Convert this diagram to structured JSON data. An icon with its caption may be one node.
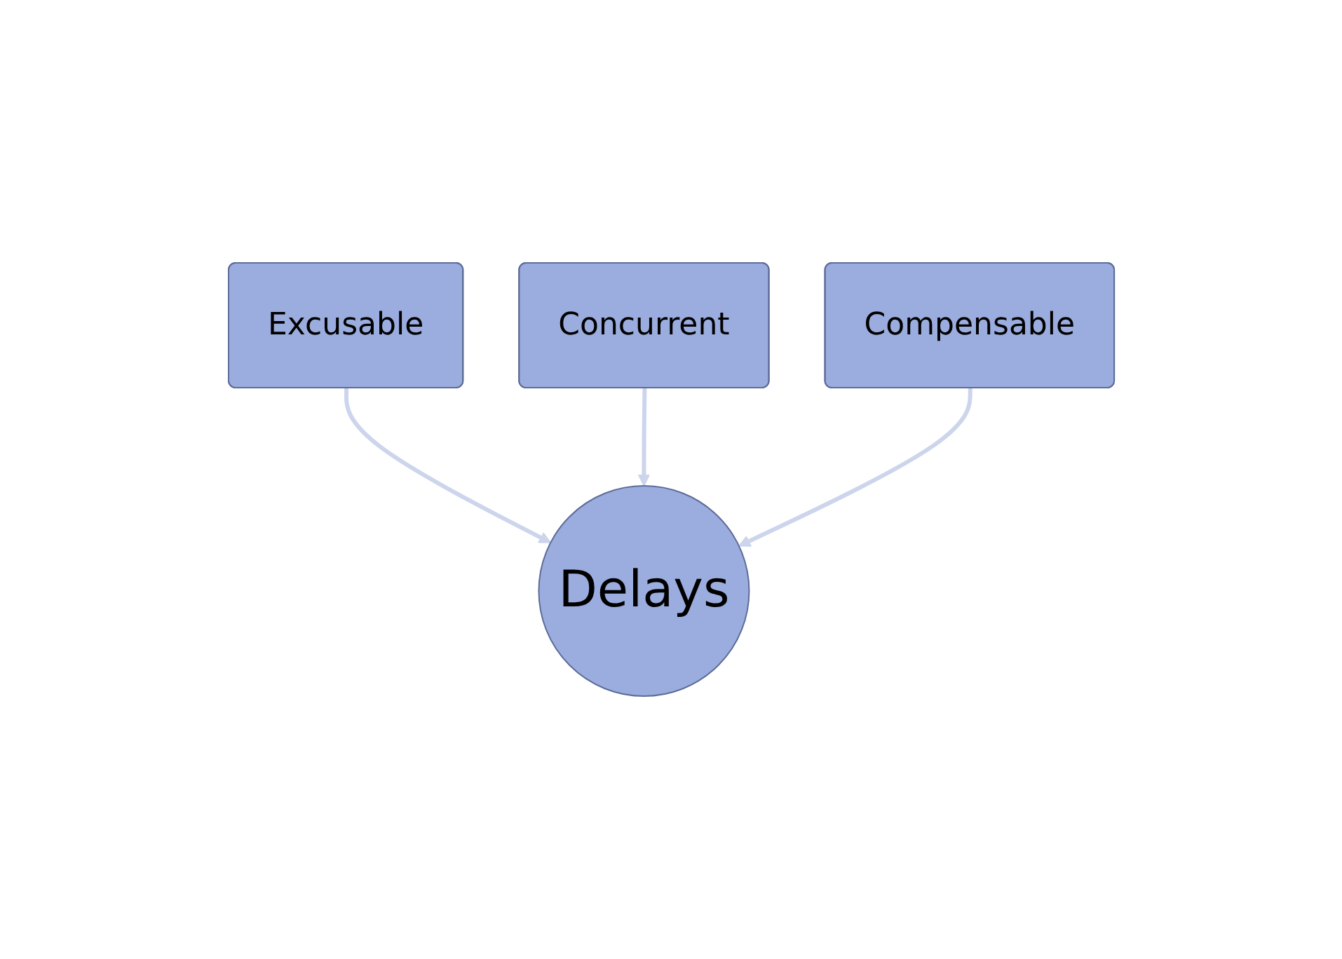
{
  "diagram": {
    "nodes": [
      {
        "text": [
          "Concurrent"
        ]
      },
      {
        "text": [
          "Excusable"
        ]
      },
      {
        "text": [
          "Compensable"
        ]
      },
      {
        "text": [
          "Delays"
        ]
      }
    ],
    "edges": [
      {
        "from": 1,
        "to": 3,
        "arrow": "to"
      },
      {
        "from": 0,
        "to": 3,
        "arrow": "to"
      },
      {
        "from": 2,
        "to": 3,
        "arrow": "to"
      }
    ]
  }
}
